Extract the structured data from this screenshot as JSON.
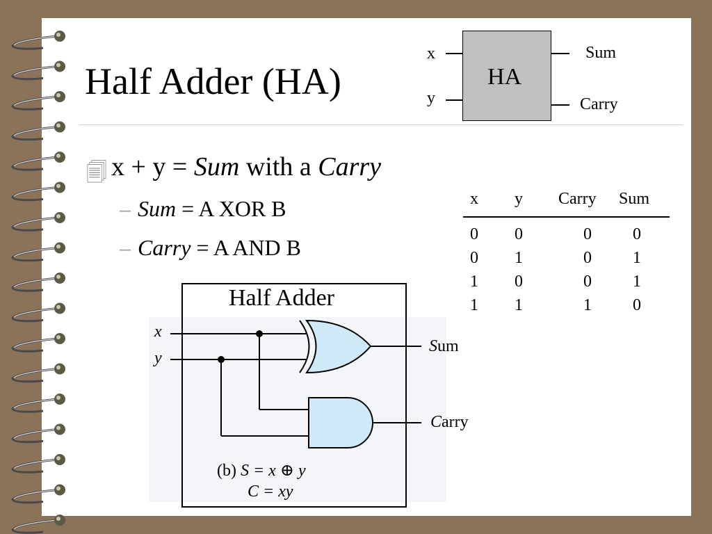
{
  "slide": {
    "title": "Half Adder (HA)"
  },
  "block_diagram": {
    "box_label": "HA",
    "input_x": "x",
    "input_y": "y",
    "output_sum": "Sum",
    "output_carry": "Carry"
  },
  "bullets": {
    "main_prefix": "x + y = ",
    "main_sum": "Sum",
    "main_middle": " with a ",
    "main_carry": "Carry",
    "sub1_dash": "–",
    "sub1_term": "Sum",
    "sub1_rest": " = A XOR B",
    "sub2_dash": "–",
    "sub2_term": "Carry",
    "sub2_rest": " = A AND B"
  },
  "truth_table": {
    "headers": [
      "x",
      "y",
      "Carry",
      "Sum"
    ],
    "rows": [
      [
        "0",
        "0",
        "0",
        "0"
      ],
      [
        "0",
        "1",
        "0",
        "1"
      ],
      [
        "1",
        "0",
        "0",
        "1"
      ],
      [
        "1",
        "1",
        "1",
        "0"
      ]
    ]
  },
  "circuit": {
    "title": "Half Adder",
    "input_x": "x",
    "input_y": "y",
    "out_sum_s": "S",
    "out_sum_rest": "um",
    "out_carry_c": "C",
    "out_carry_rest": "arry",
    "eq1_prefix": "(b) ",
    "eq1": "S = x ⊕ y",
    "eq2": "C = xy",
    "gate_fill": "#cfeaf7"
  },
  "colors": {
    "background": "#8b7359",
    "page": "#ffffff",
    "block_fill": "#c0c0c0"
  }
}
